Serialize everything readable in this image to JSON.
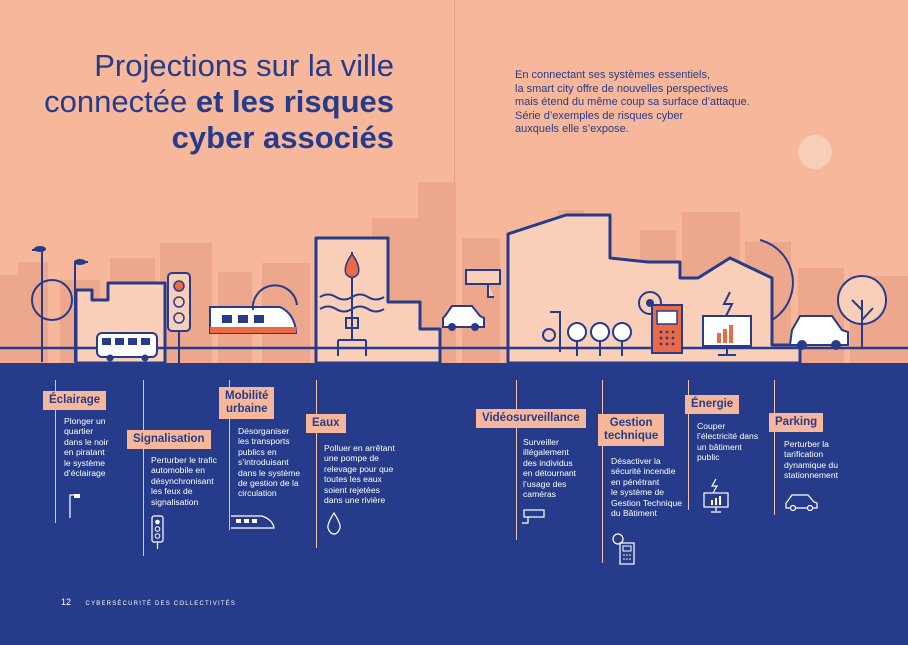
{
  "title": {
    "line1": "Projections sur la ville",
    "line2_regular": "connectée ",
    "line2_bold": "et les risques",
    "line3_bold": "cyber associés"
  },
  "intro": [
    "En connectant ses systèmes essentiels,",
    "la smart city offre de nouvelles perspectives",
    "mais étend du même coup sa surface d’attaque.",
    "Série d’exemples de risques cyber",
    "auxquels elle s’expose."
  ],
  "risks": [
    {
      "label": "Éclairage",
      "desc": [
        "Plonger un",
        "quartier",
        "dans le noir",
        "en piratant",
        "le système",
        "d’éclairage"
      ],
      "icon": "street-lamp-icon"
    },
    {
      "label": "Signalisation",
      "desc": [
        "Perturber le trafic",
        "automobile en",
        "désynchronisant",
        "les feux de",
        "signalisation"
      ],
      "icon": "traffic-light-icon"
    },
    {
      "label": [
        "Mobilité",
        "urbaine"
      ],
      "desc": [
        "Désorganiser",
        "les transports",
        "publics en",
        "s’introduisant",
        "dans le système",
        "de gestion de la",
        "circulation"
      ],
      "icon": "train-icon"
    },
    {
      "label": "Eaux",
      "desc": [
        "Polluer en arrêtant",
        "une pompe de",
        "relevage pour que",
        "toutes les eaux",
        "soient rejetées",
        "dans une rivière"
      ],
      "icon": "water-drop-icon"
    },
    {
      "label": "Vidéosurveillance",
      "desc": [
        "Surveiller",
        "illégalement",
        "des individus",
        "en détournant",
        "l’usage des",
        "caméras"
      ],
      "icon": "camera-icon"
    },
    {
      "label": [
        "Gestion",
        "technique"
      ],
      "desc": [
        "Désactiver la",
        "sécurité incendie",
        "en pénétrant",
        "le système de",
        "Gestion Technique",
        "du Bâtiment"
      ],
      "icon": "building-control-icon"
    },
    {
      "label": "Énergie",
      "desc": [
        "Couper",
        "l’électricité dans",
        "un bâtiment",
        "public"
      ],
      "icon": "energy-monitor-icon"
    },
    {
      "label": "Parking",
      "desc": [
        "Perturber la",
        "tarification",
        "dynamique du",
        "stationnement"
      ],
      "icon": "car-icon"
    }
  ],
  "footer": {
    "page_number": "12",
    "publication": "CYBERSÉCURITÉ DES COLLECTIVITÉS"
  },
  "colors": {
    "peach": "#f6b79b",
    "navy": "#263c8a",
    "skyline": "#eda78c",
    "building_fill": "#f9cfba",
    "accent_orange": "#ea6a45"
  }
}
